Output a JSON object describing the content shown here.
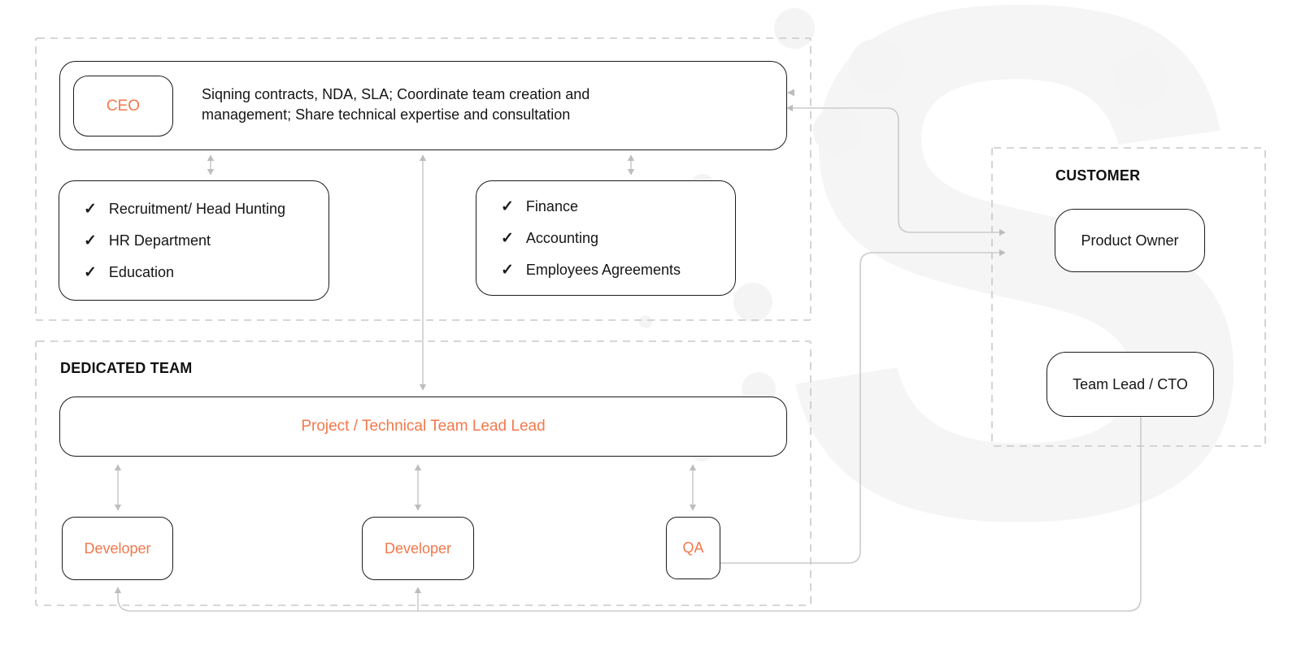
{
  "colors": {
    "accent": "#F2784B",
    "box_border": "#1B1B1B",
    "connector": "#CBCBCB",
    "arrowhead": "#BDBDBD",
    "panel_dash": "#C8C8C8",
    "watermark": "#F5F5F5",
    "text": "#151515"
  },
  "icons": {
    "check": "✓"
  },
  "watermark": {
    "letter": "S"
  },
  "management_panel": {
    "ceo": {
      "label": "CEO",
      "description": "Siqning contracts, NDA, SLA; Coordinate team creation and management; Share technical expertise and consultation"
    },
    "hr_box": {
      "items": [
        "Recruitment/ Head Hunting",
        "HR Department",
        "Education"
      ]
    },
    "finance_box": {
      "items": [
        "Finance",
        "Accounting",
        "Employees Agreements"
      ]
    }
  },
  "dedicated_team_panel": {
    "title": "DEDICATED TEAM",
    "lead": {
      "label": "Project / Technical Team Lead Lead"
    },
    "members": [
      {
        "label": "Developer"
      },
      {
        "label": "Developer"
      },
      {
        "label": "QA"
      }
    ]
  },
  "customer_panel": {
    "title": "CUSTOMER",
    "product_owner": {
      "label": "Product Owner"
    },
    "team_lead": {
      "label": "Team Lead / CTO"
    }
  }
}
